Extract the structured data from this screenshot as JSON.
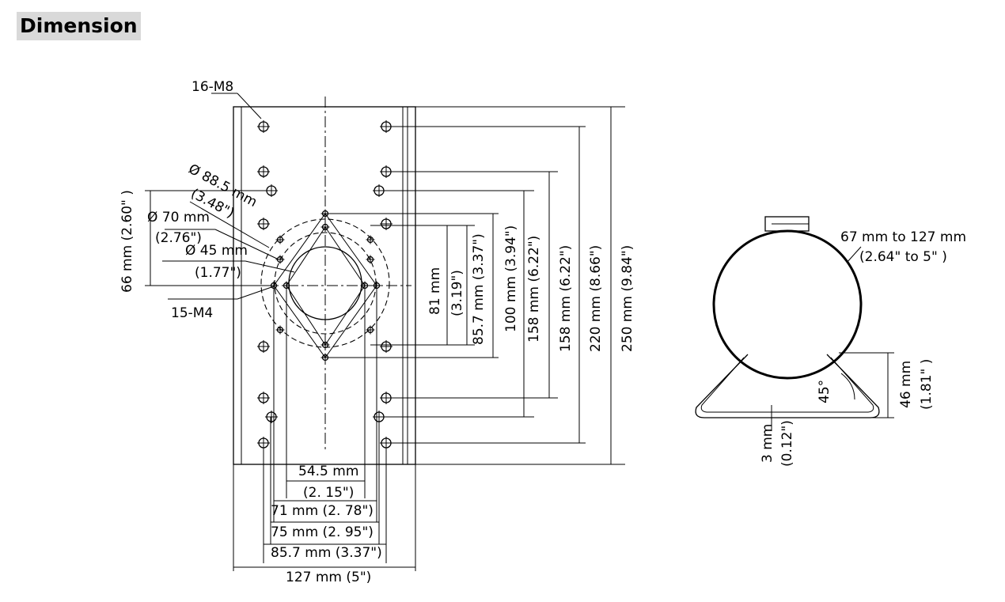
{
  "title": "Dimension",
  "front_view": {
    "labels": {
      "m8_holes": "16-M8",
      "m4_holes": "15-M4",
      "dia_88_5_mm": "Ø 88.5 mm",
      "dia_88_5_in": "(3.48\")",
      "dia_70_mm": "Ø 70 mm",
      "dia_70_in": "(2.76\")",
      "dia_45_mm": "Ø 45 mm",
      "dia_45_in": "(1.77\")",
      "h66": "66 mm (2.60\" )",
      "h81_mm": "81 mm",
      "h81_in": "(3.19\")",
      "h85_7": "85.7 mm (3.37\")",
      "h100": "100 mm (3.94\")",
      "h158_a": "158 mm (6.22\")",
      "h158_b": "158 mm (6.22\")",
      "h220": "220 mm (8.66\")",
      "h250": "250 mm (9.84\")",
      "w54_5_mm": "54.5 mm",
      "w54_5_in": "(2. 15\")",
      "w71": "71 mm (2. 78\")",
      "w75": "75 mm (2. 95\")",
      "w85_7": "85.7 mm (3.37\")",
      "w127": "127 mm (5\")"
    }
  },
  "side_view": {
    "labels": {
      "range_mm": "67 mm to 127 mm",
      "range_in": "(2.64\" to 5\" )",
      "angle": "45°",
      "h46_mm": "46 mm",
      "h46_in": "(1.81\" )",
      "t3_mm": "3 mm",
      "t3_in": "(0.12\")"
    }
  }
}
